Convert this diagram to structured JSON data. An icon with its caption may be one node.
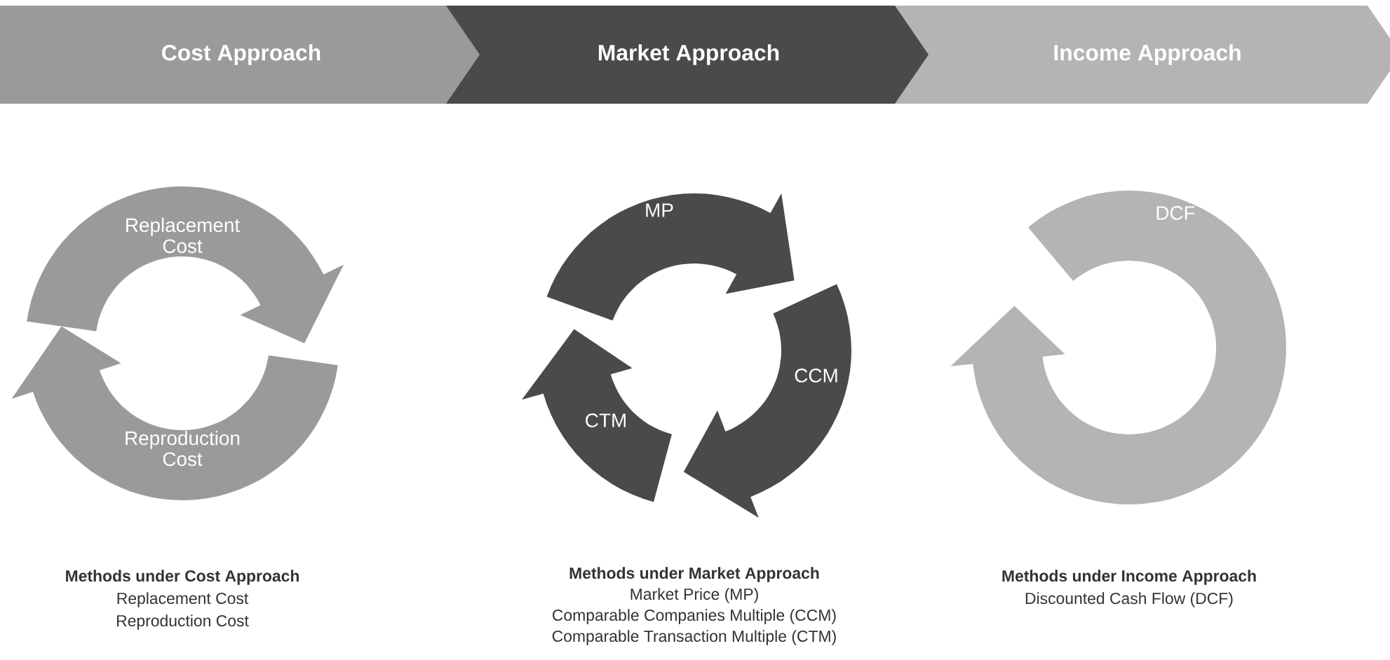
{
  "diagram": {
    "nodes": [
      {
        "text": [
          "Cost Approach"
        ]
      },
      {
        "text": [
          "Market Approach"
        ]
      },
      {
        "text": [
          "Income Approach"
        ]
      },
      {
        "text": [
          "Replacement Cost"
        ]
      },
      {
        "text": [
          "Reproduction Cost"
        ]
      },
      {
        "text": [
          "MP"
        ]
      },
      {
        "text": [
          "CCM"
        ]
      },
      {
        "text": [
          "CTM"
        ]
      },
      {
        "text": [
          "DCF"
        ]
      }
    ],
    "labels": [
      "Methods under Cost Approach",
      "Replacement Cost",
      "Reproduction Cost",
      "Methods under Market Approach",
      "Market Price (MP)",
      "Comparable Companies Multiple (CCM)",
      "Comparable Transaction Multiple (CTM)",
      "Methods under Income Approach",
      "Discounted Cash Flow (DCF)"
    ]
  }
}
